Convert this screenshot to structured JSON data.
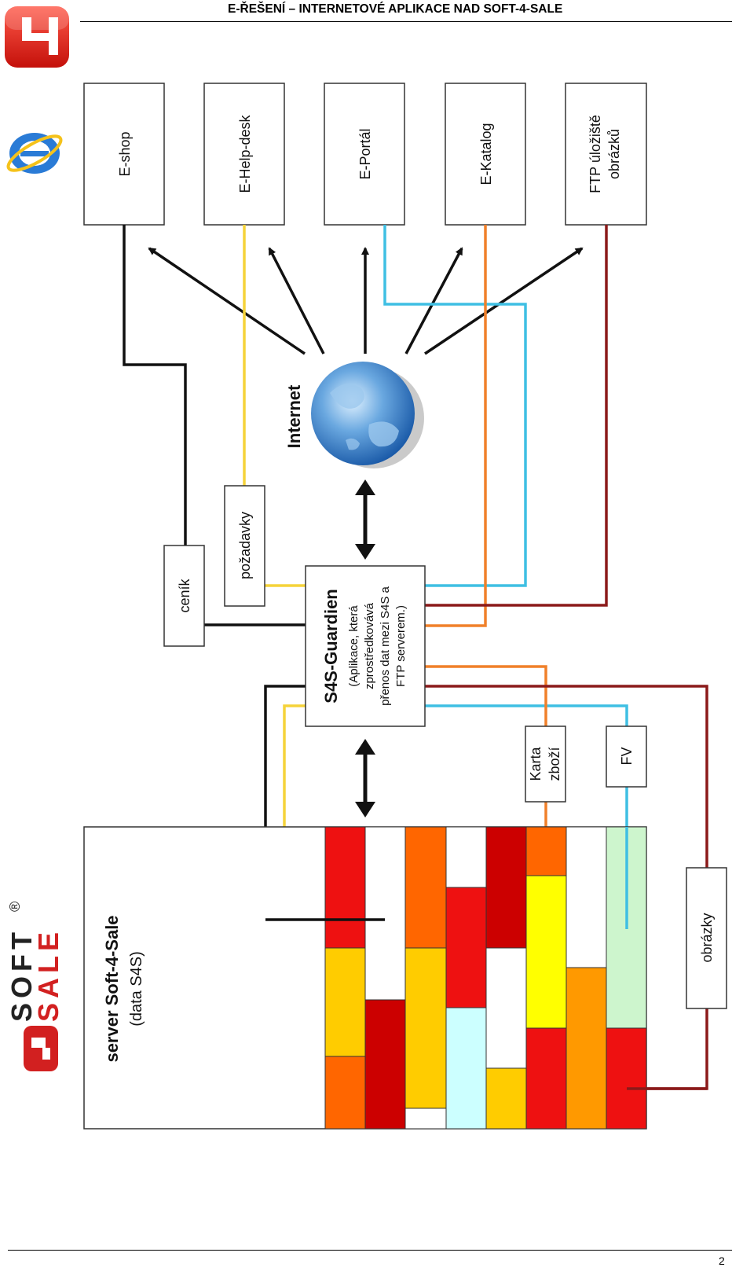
{
  "header": {
    "title": "E-ŘEŠENÍ – INTERNETOVÉ APLIKACE NAD SOFT-4-SALE"
  },
  "footer": {
    "page_number": "2"
  },
  "logos": {
    "top": "soft4sale-logo-4",
    "browser": "ie-browser-icon",
    "side_brand": "SOFT SALE",
    "registered": "®"
  },
  "diagram": {
    "apps": [
      {
        "label": "E-shop"
      },
      {
        "label": "E-Help-desk"
      },
      {
        "label": "E-Portál"
      },
      {
        "label": "E-Katalog"
      },
      {
        "label": "FTP úložiště",
        "label2": "obrázků"
      }
    ],
    "internet_label": "Internet",
    "guardian": {
      "title": "S4S-Guardien",
      "desc1": "(Aplikace, která",
      "desc2": "zprostředkovává",
      "desc3": "přenos dat mezi S4S a",
      "desc4": "FTP serverem.)"
    },
    "cenik": "ceník",
    "pozadavky": "požadavky",
    "karta_1": "Karta",
    "karta_2": "zboží",
    "fv": "FV",
    "obrazky": "obrázky",
    "server_1": "server Soft-4-Sale",
    "server_2": "(data S4S)"
  },
  "colors": {
    "black_line": "#111111",
    "yellow_line": "#f5d33a",
    "cyan_line": "#3fbfe3",
    "orange_line": "#f0802a",
    "darkred_line": "#8b1a1a",
    "red": "#ee1111",
    "orange": "#ff6600",
    "gold": "#ffcc00",
    "dark_red": "#cc0000",
    "amber": "#ff9900",
    "yellow": "#ffff00",
    "light_cyan": "#ccffff",
    "light_green": "#cdf5cd"
  }
}
